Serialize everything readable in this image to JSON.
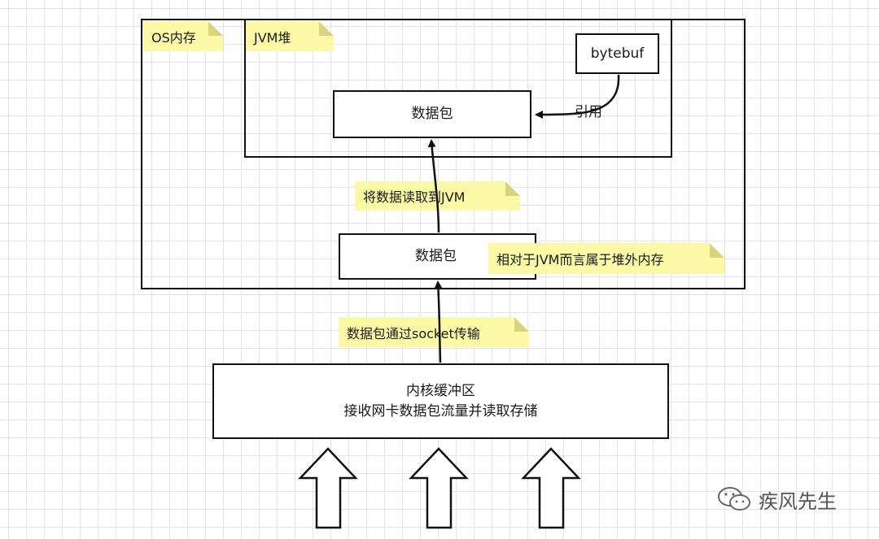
{
  "diagram": {
    "os_memory": {
      "note": "OS内存"
    },
    "jvm_heap": {
      "note": "JVM堆"
    },
    "bytebuf": {
      "label": "bytebuf"
    },
    "ref_label": "引用",
    "heap_packet": {
      "label": "数据包"
    },
    "read_note": "将数据读取到JVM",
    "offheap_packet": {
      "label": "数据包"
    },
    "offheap_note": "相对于JVM而言属于堆外内存",
    "socket_note": "数据包通过socket传输",
    "kernel_buffer": {
      "line1": "内核缓冲区",
      "line2": "接收网卡数据包流量并读取存储"
    },
    "input_arrows": [
      "up-arrow",
      "up-arrow",
      "up-arrow"
    ]
  },
  "watermark": {
    "text": "疾风先生",
    "icon": "wechat-icon"
  }
}
